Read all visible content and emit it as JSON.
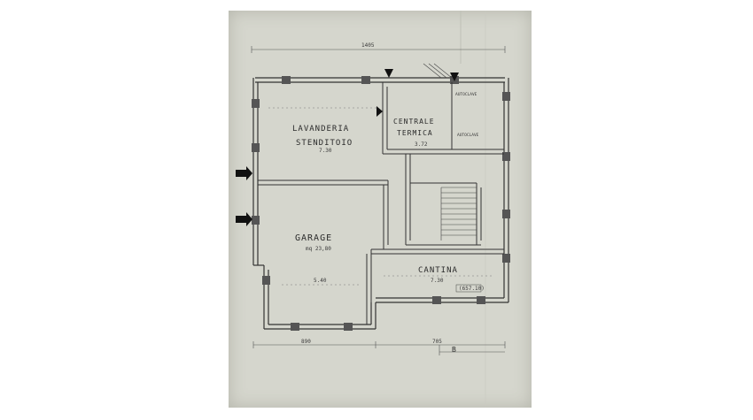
{
  "plan": {
    "rooms": {
      "lavanderia": {
        "line1": "LAVANDERIA",
        "line2": "STENDITOIO",
        "dim": "7.30"
      },
      "centrale": {
        "line1": "CENTRALE",
        "line2": "TERMICA",
        "dim": "3.72"
      },
      "autoclave_top": "AUTOCLAVE",
      "autoclave_side": "AUTOCLAVE",
      "garage": {
        "name": "GARAGE",
        "area": "mq 23,80",
        "dim": "5.40"
      },
      "cantina": {
        "name": "CANTINA",
        "dim": "7.30",
        "code": "(657.10)"
      }
    },
    "dims": {
      "top_total": "1405",
      "bottom_left": "890",
      "bottom_right": "705",
      "marker": "B"
    }
  },
  "colors": {
    "paper": "#d5d6cd",
    "ink": "#2b2b2b"
  }
}
